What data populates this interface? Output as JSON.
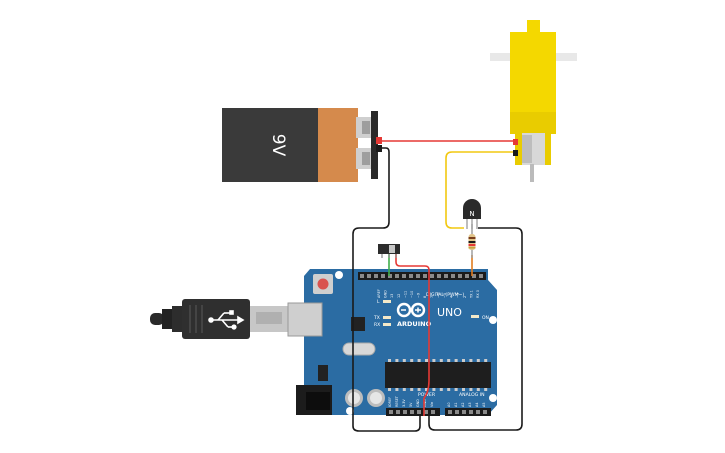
{
  "battery": {
    "label": "9V"
  },
  "transistor": {
    "label": "N"
  },
  "arduino": {
    "brand": "ARDUINO",
    "model": "UNO",
    "on_label": "ON",
    "digital_header_label": "DIGITAL (PWM~)",
    "power_label": "POWER",
    "analog_label": "ANALOG IN",
    "led_labels": [
      "L",
      "TX",
      "RX"
    ],
    "top_pin_labels": [
      "AREF",
      "GND",
      "13",
      "12",
      "~11",
      "~10",
      "~9",
      "8",
      "7",
      "~6",
      "~5",
      "4",
      "~3",
      "2",
      "TX 1",
      "RX 0"
    ],
    "power_pin_labels": [
      "IOREF",
      "RESET",
      "3.3V",
      "5V",
      "GND",
      "GND",
      "Vin"
    ],
    "analog_pin_labels": [
      "A0",
      "A1",
      "A2",
      "A3",
      "A4",
      "A5"
    ]
  },
  "wire_colors": {
    "black": "#1a1a1a",
    "red": "#e53935",
    "yellow": "#f2c811",
    "green": "#3fae49",
    "orange": "#e07b1f"
  },
  "colors": {
    "board": "#2b6ca3",
    "battery_body": "#3a3a3a",
    "battery_top": "#d58a4c",
    "motor": "#f4d800"
  }
}
